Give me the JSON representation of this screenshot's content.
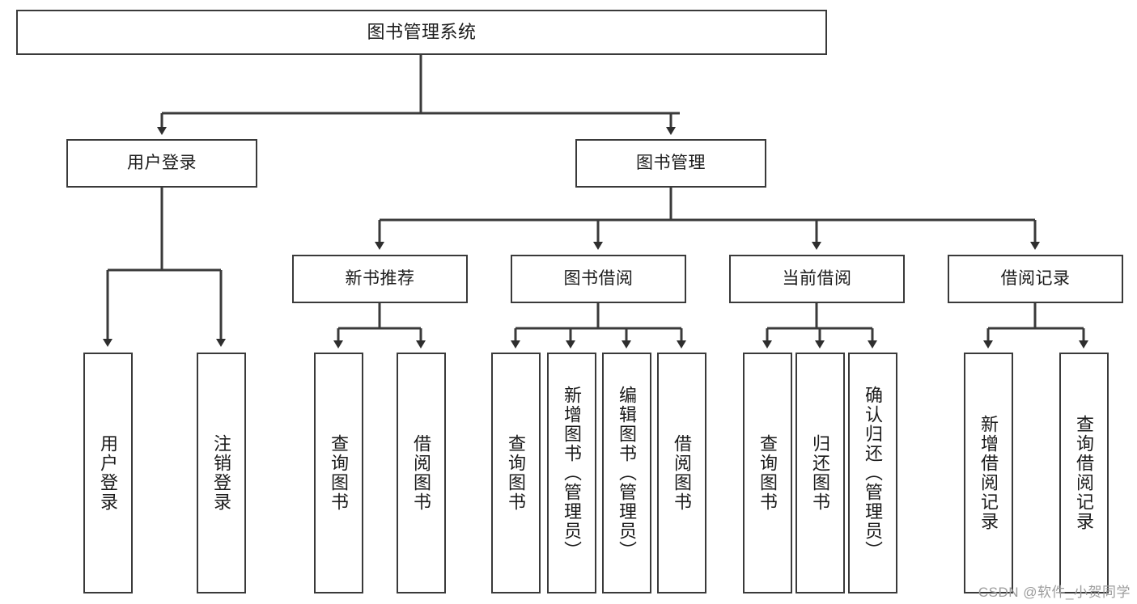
{
  "diagram": {
    "title": "图书管理系统",
    "type": "functional-decomposition-tree",
    "root": {
      "id": "root",
      "label": "图书管理系统"
    },
    "level1": [
      {
        "id": "user-login",
        "label": "用户登录"
      },
      {
        "id": "book-manage",
        "label": "图书管理"
      }
    ],
    "level2": [
      {
        "id": "new-book-recommend",
        "label": "新书推荐",
        "parent": "book-manage"
      },
      {
        "id": "book-borrow",
        "label": "图书借阅",
        "parent": "book-manage"
      },
      {
        "id": "current-borrow",
        "label": "当前借阅",
        "parent": "book-manage"
      },
      {
        "id": "borrow-record",
        "label": "借阅记录",
        "parent": "book-manage"
      }
    ],
    "leaves": {
      "user-login": [
        {
          "id": "leaf-user-login",
          "label": "用户登录"
        },
        {
          "id": "leaf-user-logout",
          "label": "注销登录"
        }
      ],
      "new-book-recommend": [
        {
          "id": "leaf-query-book-1",
          "label": "查询图书"
        },
        {
          "id": "leaf-borrow-book-1",
          "label": "借阅图书"
        }
      ],
      "book-borrow": [
        {
          "id": "leaf-query-book-2",
          "label": "查询图书"
        },
        {
          "id": "leaf-add-book",
          "label": "新增图书（管理员）"
        },
        {
          "id": "leaf-edit-book",
          "label": "编辑图书（管理员）"
        },
        {
          "id": "leaf-borrow-book-2",
          "label": "借阅图书"
        }
      ],
      "current-borrow": [
        {
          "id": "leaf-query-book-3",
          "label": "查询图书"
        },
        {
          "id": "leaf-return-book",
          "label": "归还图书"
        },
        {
          "id": "leaf-confirm-return",
          "label": "确认归还（管理员）"
        }
      ],
      "borrow-record": [
        {
          "id": "leaf-add-record",
          "label": "新增借阅记录"
        },
        {
          "id": "leaf-query-record",
          "label": "查询借阅记录"
        }
      ]
    }
  },
  "watermark": {
    "text": "CSDN @软件_小贺同学"
  },
  "colors": {
    "stroke": "#3a3a3a",
    "text": "#1b1b1b",
    "background": "#ffffff",
    "watermark": "#9d9d9d"
  }
}
